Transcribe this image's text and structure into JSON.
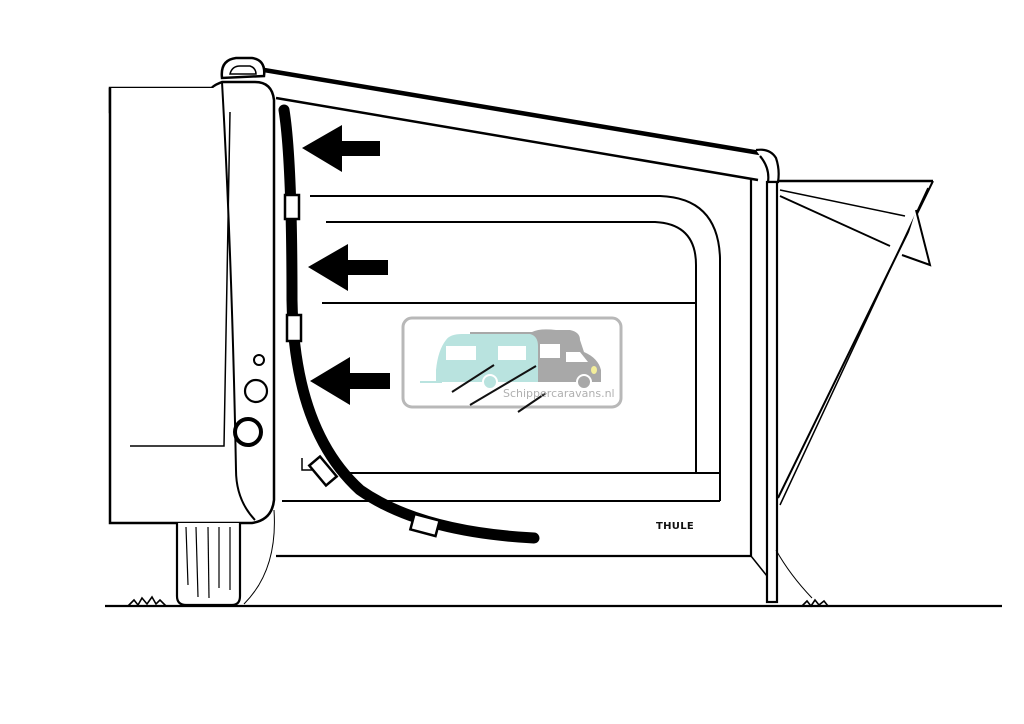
{
  "diagram": {
    "title": "Awning installation: insert awning rail into caravan side channel",
    "subject": "Caravan side view with Thule awning being mounted",
    "arrows": [
      {
        "direction": "left",
        "meaning": "push-toward-caravan"
      },
      {
        "direction": "left",
        "meaning": "push-toward-caravan"
      },
      {
        "direction": "left",
        "meaning": "push-toward-caravan"
      }
    ],
    "labels": {
      "brand": "THULE",
      "watermark": "Schippercaravans.nl"
    },
    "colors": {
      "line": "#000000",
      "background": "#ffffff",
      "watermark_caravan": "#b9e3df",
      "watermark_camper": "#a8a8a8",
      "watermark_border": "#b8b8b8",
      "watermark_headlight": "#f3ee9a"
    },
    "icons": [
      "arrow-left-icon",
      "caravan-watermark-icon",
      "camper-watermark-icon"
    ]
  }
}
